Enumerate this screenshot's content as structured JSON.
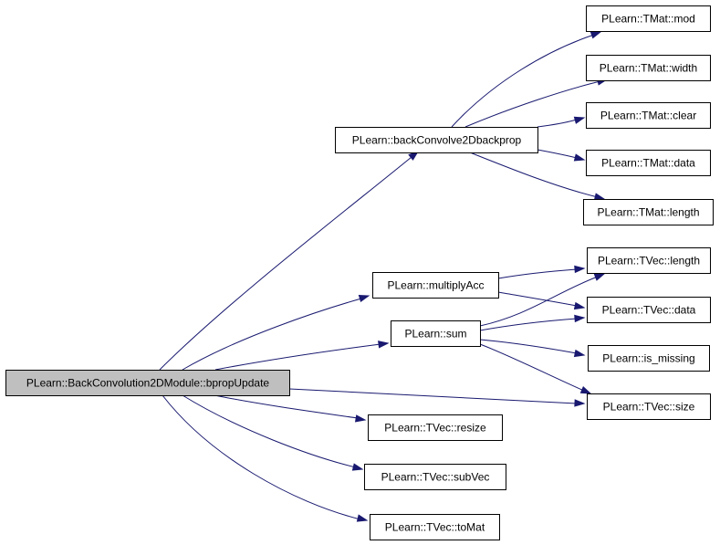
{
  "diagram": {
    "root": {
      "id": "root",
      "label": "PLearn::BackConvolution2DModule::bpropUpdate"
    },
    "nodes": [
      {
        "id": "backConvolve",
        "label": "PLearn::backConvolve2Dbackprop"
      },
      {
        "id": "tmat_mod",
        "label": "PLearn::TMat::mod"
      },
      {
        "id": "tmat_width",
        "label": "PLearn::TMat::width"
      },
      {
        "id": "tmat_clear",
        "label": "PLearn::TMat::clear"
      },
      {
        "id": "tmat_data",
        "label": "PLearn::TMat::data"
      },
      {
        "id": "tmat_length",
        "label": "PLearn::TMat::length"
      },
      {
        "id": "multiplyAcc",
        "label": "PLearn::multiplyAcc"
      },
      {
        "id": "sum",
        "label": "PLearn::sum"
      },
      {
        "id": "tvec_length",
        "label": "PLearn::TVec::length"
      },
      {
        "id": "tvec_data",
        "label": "PLearn::TVec::data"
      },
      {
        "id": "is_missing",
        "label": "PLearn::is_missing"
      },
      {
        "id": "tvec_size",
        "label": "PLearn::TVec::size"
      },
      {
        "id": "tvec_resize",
        "label": "PLearn::TVec::resize"
      },
      {
        "id": "tvec_subVec",
        "label": "PLearn::TVec::subVec"
      },
      {
        "id": "tvec_toMat",
        "label": "PLearn::TVec::toMat"
      }
    ],
    "edges": [
      [
        "root",
        "backConvolve"
      ],
      [
        "root",
        "multiplyAcc"
      ],
      [
        "root",
        "sum"
      ],
      [
        "root",
        "tvec_size"
      ],
      [
        "root",
        "tvec_resize"
      ],
      [
        "root",
        "tvec_subVec"
      ],
      [
        "root",
        "tvec_toMat"
      ],
      [
        "backConvolve",
        "tmat_mod"
      ],
      [
        "backConvolve",
        "tmat_width"
      ],
      [
        "backConvolve",
        "tmat_clear"
      ],
      [
        "backConvolve",
        "tmat_data"
      ],
      [
        "backConvolve",
        "tmat_length"
      ],
      [
        "multiplyAcc",
        "tvec_length"
      ],
      [
        "multiplyAcc",
        "tvec_data"
      ],
      [
        "sum",
        "tvec_length"
      ],
      [
        "sum",
        "tvec_data"
      ],
      [
        "sum",
        "is_missing"
      ],
      [
        "sum",
        "tvec_size"
      ]
    ]
  }
}
